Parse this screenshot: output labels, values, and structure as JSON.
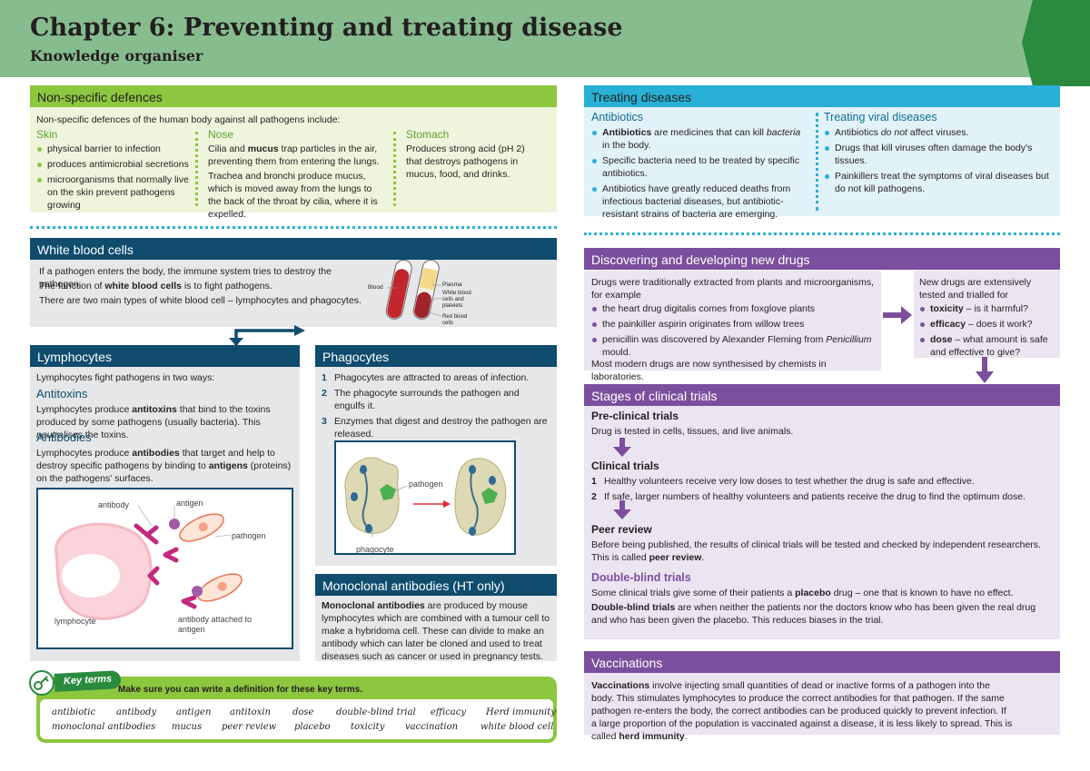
{
  "header": {
    "title": "Chapter 6: Preventing and treating disease",
    "subtitle": "Knowledge organiser"
  },
  "nonspecific": {
    "title": "Non-specific defences",
    "intro": "Non-specific defences of the human body against all pathogens include:",
    "skin": {
      "heading": "Skin",
      "items": [
        "physical barrier to infection",
        "produces antimicrobial secretions",
        "microorganisms that normally live on the skin prevent pathogens growing"
      ]
    },
    "nose": {
      "heading": "Nose",
      "p1": "Cilia and mucus trap particles in the air, preventing them from entering the lungs.",
      "p2": "Trachea and bronchi produce mucus, which is moved away from the lungs to the back of the throat by cilia, where it is expelled."
    },
    "stomach": {
      "heading": "Stomach",
      "text": "Produces strong acid (pH 2) that destroys pathogens in mucus, food, and drinks."
    }
  },
  "treating": {
    "title": "Treating diseases",
    "antibiotics": {
      "heading": "Antibiotics",
      "items": [
        "Antibiotics are medicines that can kill bacteria in the body.",
        "Specific bacteria need to be treated by specific antibiotics.",
        "Antibiotics have greatly reduced deaths from infectious bacterial diseases, but antibiotic-resistant strains of bacteria are emerging."
      ]
    },
    "viral": {
      "heading": "Treating viral diseases",
      "items": [
        "Antibiotics do not affect viruses.",
        "Drugs that kill viruses often damage the body's tissues.",
        "Painkillers treat the symptoms of viral diseases but do not kill pathogens."
      ]
    }
  },
  "wbc": {
    "title": "White blood cells",
    "p1": "If a pathogen enters the body, the immune system tries to destroy the pathogen.",
    "p2": "The function of white blood cells is to fight pathogens.",
    "p3": "There are two main types of white blood cell – lymphocytes and phagocytes.",
    "diagram": {
      "blood": "Blood",
      "plasma": "Plasma",
      "wbc_label": "White blood cells and platelets",
      "rbc_label": "Red blood cells"
    }
  },
  "lymphocytes": {
    "title": "Lymphocytes",
    "intro": "Lymphocytes fight pathogens in two ways:",
    "antitoxins_heading": "Antitoxins",
    "antitoxins_text": "Lymphocytes produce antitoxins that bind to the toxins produced by some pathogens (usually bacteria). This neutralises the toxins.",
    "antibodies_heading": "Antibodies",
    "antibodies_text": "Lymphocytes produce antibodies that target and help to destroy specific pathogens by binding to antigens (proteins) on the pathogens' surfaces.",
    "diagram": {
      "antibody": "antibody",
      "antigen": "antigen",
      "pathogen": "pathogen",
      "lymphocyte": "lymphocyte",
      "attached": "antibody attached to antigen"
    }
  },
  "phagocytes": {
    "title": "Phagocytes",
    "steps": [
      "Phagocytes are attracted to areas of infection.",
      "The phagocyte surrounds the pathogen and engulfs it.",
      "Enzymes that digest and destroy the pathogen are released."
    ],
    "diagram": {
      "pathogen": "pathogen",
      "phagocyte": "phagocyte"
    }
  },
  "monoclonal": {
    "title": "Monoclonal antibodies (HT only)",
    "text": "Monoclonal antibodies are produced by mouse lymphocytes which are combined with a tumour cell to make a hybridoma cell. These can divide to make an antibody which can later be cloned and used to treat diseases such as cancer or used in pregnancy tests."
  },
  "key_terms": {
    "label": "Key terms",
    "instruction": "Make sure you can write a definition for these key terms.",
    "row1": [
      "antibiotic",
      "antibody",
      "antigen",
      "antitoxin",
      "dose",
      "double-blind trial",
      "efficacy",
      "Herd immunity"
    ],
    "row2": [
      "monoclonal antibodies",
      "mucus",
      "peer review",
      "placebo",
      "toxicity",
      "vaccination",
      "white blood cell"
    ]
  },
  "discovering": {
    "title": "Discovering and developing new drugs",
    "intro": "Drugs were traditionally extracted from plants and microorganisms, for example",
    "items": [
      "the heart drug digitalis comes from foxglove plants",
      "the painkiller aspirin originates from willow trees",
      "penicillin was discovered by Alexander Fleming from Penicillium mould."
    ],
    "outro": "Most modern drugs are now synthesised by chemists in laboratories.",
    "side_intro": "New drugs are extensively tested and trialled for",
    "side_items": [
      "toxicity – is it harmful?",
      "efficacy – does it work?",
      "dose – what amount is safe and effective to give?"
    ]
  },
  "clinical": {
    "title": "Stages of clinical trials",
    "preclinical_heading": "Pre-clinical trials",
    "preclinical_text": "Drug is tested in cells, tissues, and live animals.",
    "clinical_heading": "Clinical trials",
    "clinical_steps": [
      "Healthy volunteers receive very low doses to test whether the drug is safe and effective.",
      "If safe, larger numbers of healthy volunteers and patients receive the drug to find the optimum dose."
    ],
    "peer_heading": "Peer review",
    "peer_text": "Before being published, the results of clinical trials will be tested and checked by independent researchers. This is called peer review.",
    "double_heading": "Double-blind trials",
    "double_p1": "Some clinical trials give some of their patients a placebo drug – one that is known to have no effect.",
    "double_p2": "Double-blind trials are when neither the patients nor the doctors know who has been given the real drug and who has been given the placebo. This reduces biases in the trial."
  },
  "vaccinations": {
    "title": "Vaccinations",
    "text": "Vaccinations involve injecting small quantities of dead or inactive forms of a pathogen into the body. This stimulates lymphocytes to produce the correct antibodies for that pathogen. If the same pathogen re-enters the body, the correct antibodies can be produced quickly to prevent infection. If a large proportion of the population is vaccinated against a disease, it is less likely to spread. This is called herd immunity."
  },
  "colors": {
    "header": "#86bc8e",
    "green": "#8dc63f",
    "navy": "#0f4c6e",
    "cyan": "#29b0d6",
    "purple": "#7b4f9d"
  }
}
